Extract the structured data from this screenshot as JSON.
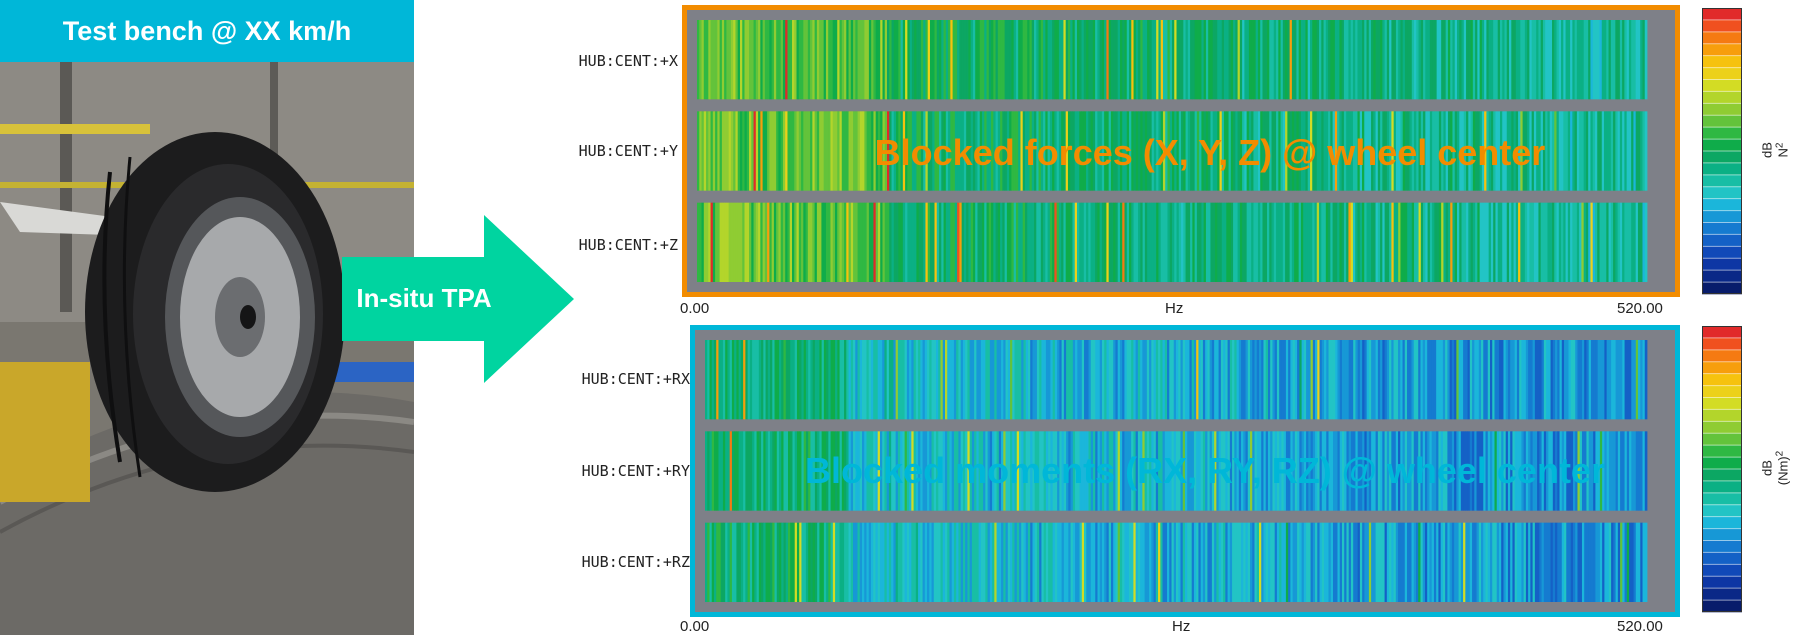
{
  "photo": {
    "title": "Test bench @ XX km/h",
    "arrow_label": "In-situ TPA"
  },
  "colors": {
    "accent_teal": "#00b7d8",
    "arrow_green": "#00d4a0",
    "forces_frame": "#f28c00",
    "moments_frame": "#00b7d8",
    "separator_gray": "#7e8088"
  },
  "colorbar_colors": [
    "#e12a2a",
    "#f0501f",
    "#f57a12",
    "#f79e0c",
    "#f6c20e",
    "#ecd11a",
    "#d3dc24",
    "#b3d52b",
    "#8fcc33",
    "#63c33b",
    "#2fb843",
    "#0fac4a",
    "#0ca763",
    "#0bb084",
    "#18bea5",
    "#22c4c5",
    "#1bb6da",
    "#1798d6",
    "#157bd0",
    "#1461c6",
    "#1149b8",
    "#0d36a4",
    "#0a2887",
    "#081c6b"
  ],
  "chart_data": [
    {
      "type": "heatmap",
      "title": "Blocked forces (X, Y, Z) @ wheel center",
      "rows": [
        "HUB:CENT:+X",
        "HUB:CENT:+Y",
        "HUB:CENT:+Z"
      ],
      "xlabel": "Hz",
      "xlim": [
        0.0,
        520.0
      ],
      "xtick_labels": [
        "0.00",
        "520.00"
      ],
      "colorbar_unit_top": "dB",
      "colorbar_unit_bottom": "N",
      "colorbar_unit_sup": "2"
    },
    {
      "type": "heatmap",
      "title": "Blocked moments (RX, RY, RZ) @ wheel center",
      "rows": [
        "HUB:CENT:+RX",
        "HUB:CENT:+RY",
        "HUB:CENT:+RZ"
      ],
      "xlabel": "Hz",
      "xlim": [
        0.0,
        520.0
      ],
      "xtick_labels": [
        "0.00",
        "520.00"
      ],
      "colorbar_unit_top": "dB",
      "colorbar_unit_bottom": "(Nm)",
      "colorbar_unit_sup": "2"
    }
  ]
}
